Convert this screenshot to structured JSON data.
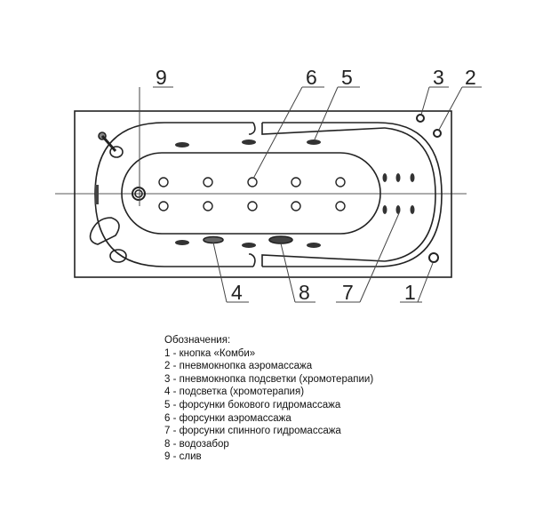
{
  "callouts": [
    "1",
    "2",
    "3",
    "4",
    "5",
    "6",
    "7",
    "8",
    "9"
  ],
  "legend": {
    "title": "Обозначения:",
    "items": [
      "1 - кнопка «Комби»",
      "2 - пневмокнопка аэромассажа",
      "3 - пневмокнопка подсветки (хромотерапии)",
      "4 - подсветка (хромотерапия)",
      "5 - форсунки бокового гидромассажа",
      "6 - форсунки аэромассажа",
      "7 - форсунки спинного гидромассажа",
      "8 - водозабор",
      "9 - слив"
    ]
  }
}
